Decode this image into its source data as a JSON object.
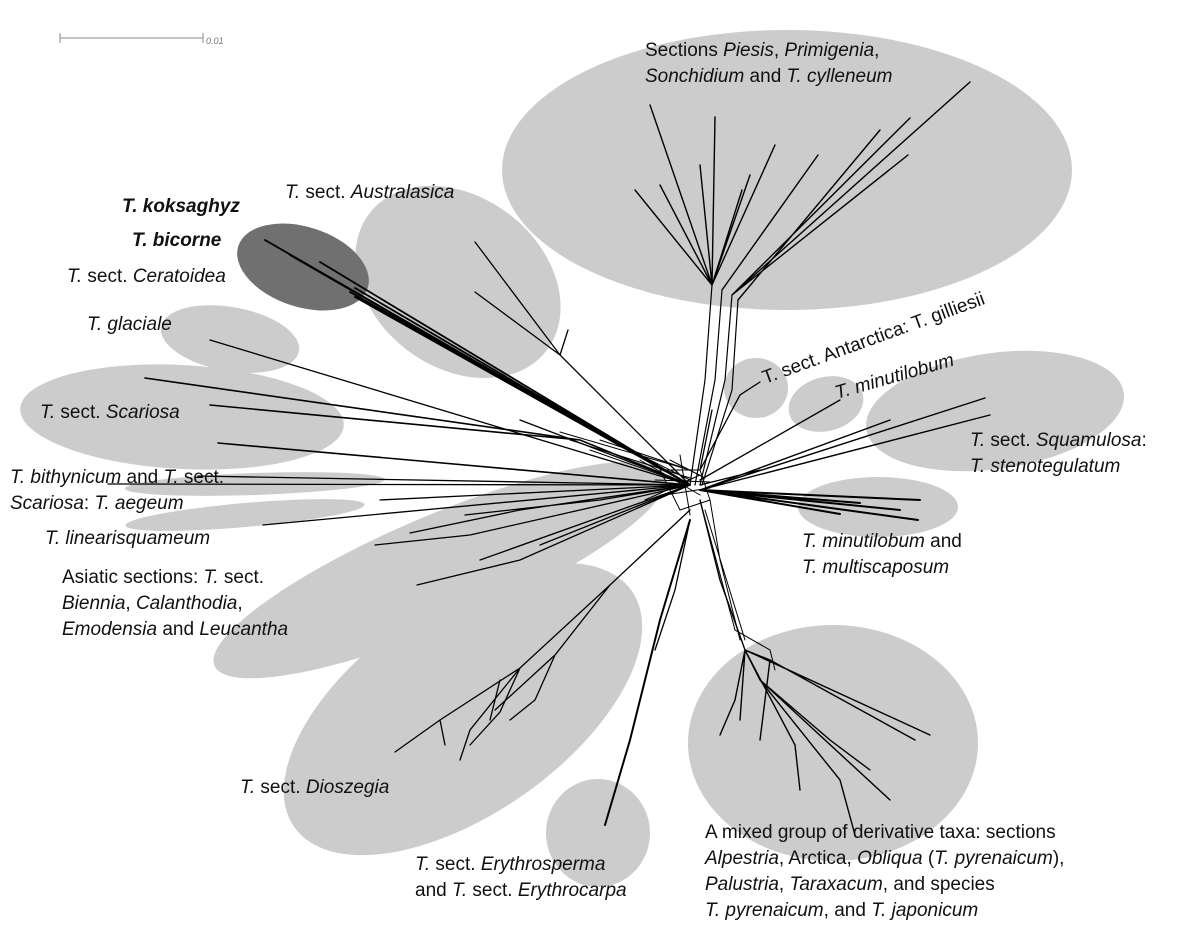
{
  "scale_bar": {
    "label": "0.01"
  },
  "labels": {
    "top_l1_a": "Sections ",
    "top_l1_b": "Piesis",
    "top_l1_c": ", ",
    "top_l1_d": "Primigenia",
    "top_l1_e": ",",
    "top_l2_a": "Sonchidium",
    "top_l2_b": " and ",
    "top_l2_c": "T. cylleneum",
    "aus_a": "T.",
    "aus_b": " sect. ",
    "aus_c": "Australasica",
    "kok": "T. koksaghyz",
    "bic": "T. bicorne",
    "cer_a": "T.",
    "cer_b": " sect. ",
    "cer_c": "Ceratoidea",
    "gla": "T. glaciale",
    "sca_a": "T.",
    "sca_b": " sect. ",
    "sca_c": "Scariosa",
    "bit_l1_a": "T. bithynicum",
    "bit_l1_b": " and ",
    "bit_l1_c": "T.",
    "bit_l1_d": " sect.",
    "bit_l2_a": "Scariosa",
    "bit_l2_b": ": ",
    "bit_l2_c": "T. aegeum",
    "lin": "T. linearisquameum",
    "asi_l1_a": "Asiatic sections: ",
    "asi_l1_b": "T.",
    "asi_l1_c": " sect.",
    "asi_l2_a": "Biennia",
    "asi_l2_b": ", ",
    "asi_l2_c": "Calanthodia",
    "asi_l2_d": ",",
    "asi_l3_a": "Emodensia",
    "asi_l3_b": " and ",
    "asi_l3_c": "Leucantha",
    "dio_a": "T.",
    "dio_b": " sect. ",
    "dio_c": "Dioszegia",
    "ery_l1_a": "T.",
    "ery_l1_b": " sect. ",
    "ery_l1_c": "Erythrosperma",
    "ery_l2_a": "and ",
    "ery_l2_b": "T.",
    "ery_l2_c": " sect. ",
    "ery_l2_d": "Erythrocarpa",
    "mix_l1": "A mixed group of derivative taxa: sections",
    "mix_l2_a": "Alpestria",
    "mix_l2_b": ", Arctica, ",
    "mix_l2_c": "Obliqua",
    "mix_l2_d": " (",
    "mix_l2_e": "T. pyrenaicum",
    "mix_l2_f": "),",
    "mix_l3_a": "Palustria",
    "mix_l3_b": ", ",
    "mix_l3_c": "Taraxacum",
    "mix_l3_d": ", and species",
    "mix_l4_a": "T. pyrenaicum",
    "mix_l4_b": ", and ",
    "mix_l4_c": "T. japonicum",
    "mtm_l1_a": "T. minutilobum",
    "mtm_l1_b": " and",
    "mtm_l2": "T. multiscaposum",
    "squ_l1_a": "T.",
    "squ_l1_b": " sect. ",
    "squ_l1_c": "Squamulosa",
    "squ_l1_d": ":",
    "squ_l2": "T. stenotegulatum",
    "ant": "T. sect. Antarctica: T. gilliesii",
    "min": "T. minutilobum"
  },
  "colors": {
    "cluster_fill": "#cccccc",
    "cluster_dark": "#707070",
    "line": "#000000",
    "text": "#111111"
  }
}
